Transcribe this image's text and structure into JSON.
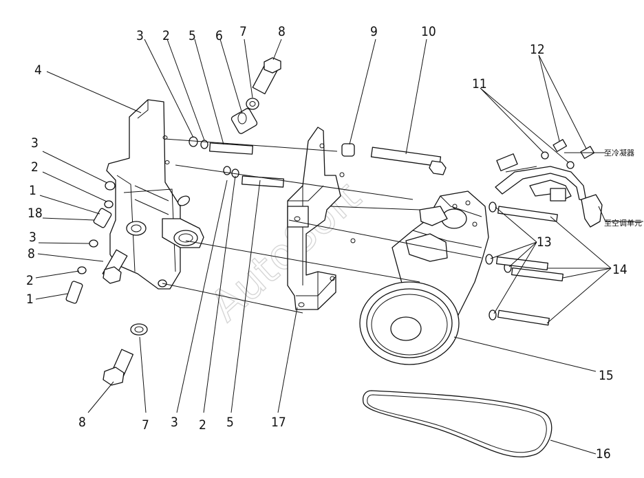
{
  "diagram": {
    "watermark": "AutoSoft",
    "notes": {
      "to_condenser": "至冷凝器",
      "to_ac_unit": "至空调单元"
    },
    "callouts": [
      {
        "id": "c4a",
        "label": "4"
      },
      {
        "id": "c3a",
        "label": "3"
      },
      {
        "id": "c2a",
        "label": "2"
      },
      {
        "id": "c5a",
        "label": "5"
      },
      {
        "id": "c6a",
        "label": "6"
      },
      {
        "id": "c7a",
        "label": "7"
      },
      {
        "id": "c8a",
        "label": "8"
      },
      {
        "id": "c9a",
        "label": "9"
      },
      {
        "id": "c10a",
        "label": "10"
      },
      {
        "id": "c11a",
        "label": "11"
      },
      {
        "id": "c12a",
        "label": "12"
      },
      {
        "id": "c3b",
        "label": "3"
      },
      {
        "id": "c2b",
        "label": "2"
      },
      {
        "id": "c1b",
        "label": "1"
      },
      {
        "id": "c18b",
        "label": "18"
      },
      {
        "id": "c3c",
        "label": "3"
      },
      {
        "id": "c8c",
        "label": "8"
      },
      {
        "id": "c2c",
        "label": "2"
      },
      {
        "id": "c1c",
        "label": "1"
      },
      {
        "id": "c13",
        "label": "13"
      },
      {
        "id": "c14",
        "label": "14"
      },
      {
        "id": "c15",
        "label": "15"
      },
      {
        "id": "c16",
        "label": "16"
      },
      {
        "id": "c8d",
        "label": "8"
      },
      {
        "id": "c7d",
        "label": "7"
      },
      {
        "id": "c3d",
        "label": "3"
      },
      {
        "id": "c2d",
        "label": "2"
      },
      {
        "id": "c5d",
        "label": "5"
      },
      {
        "id": "c17",
        "label": "17"
      }
    ]
  }
}
